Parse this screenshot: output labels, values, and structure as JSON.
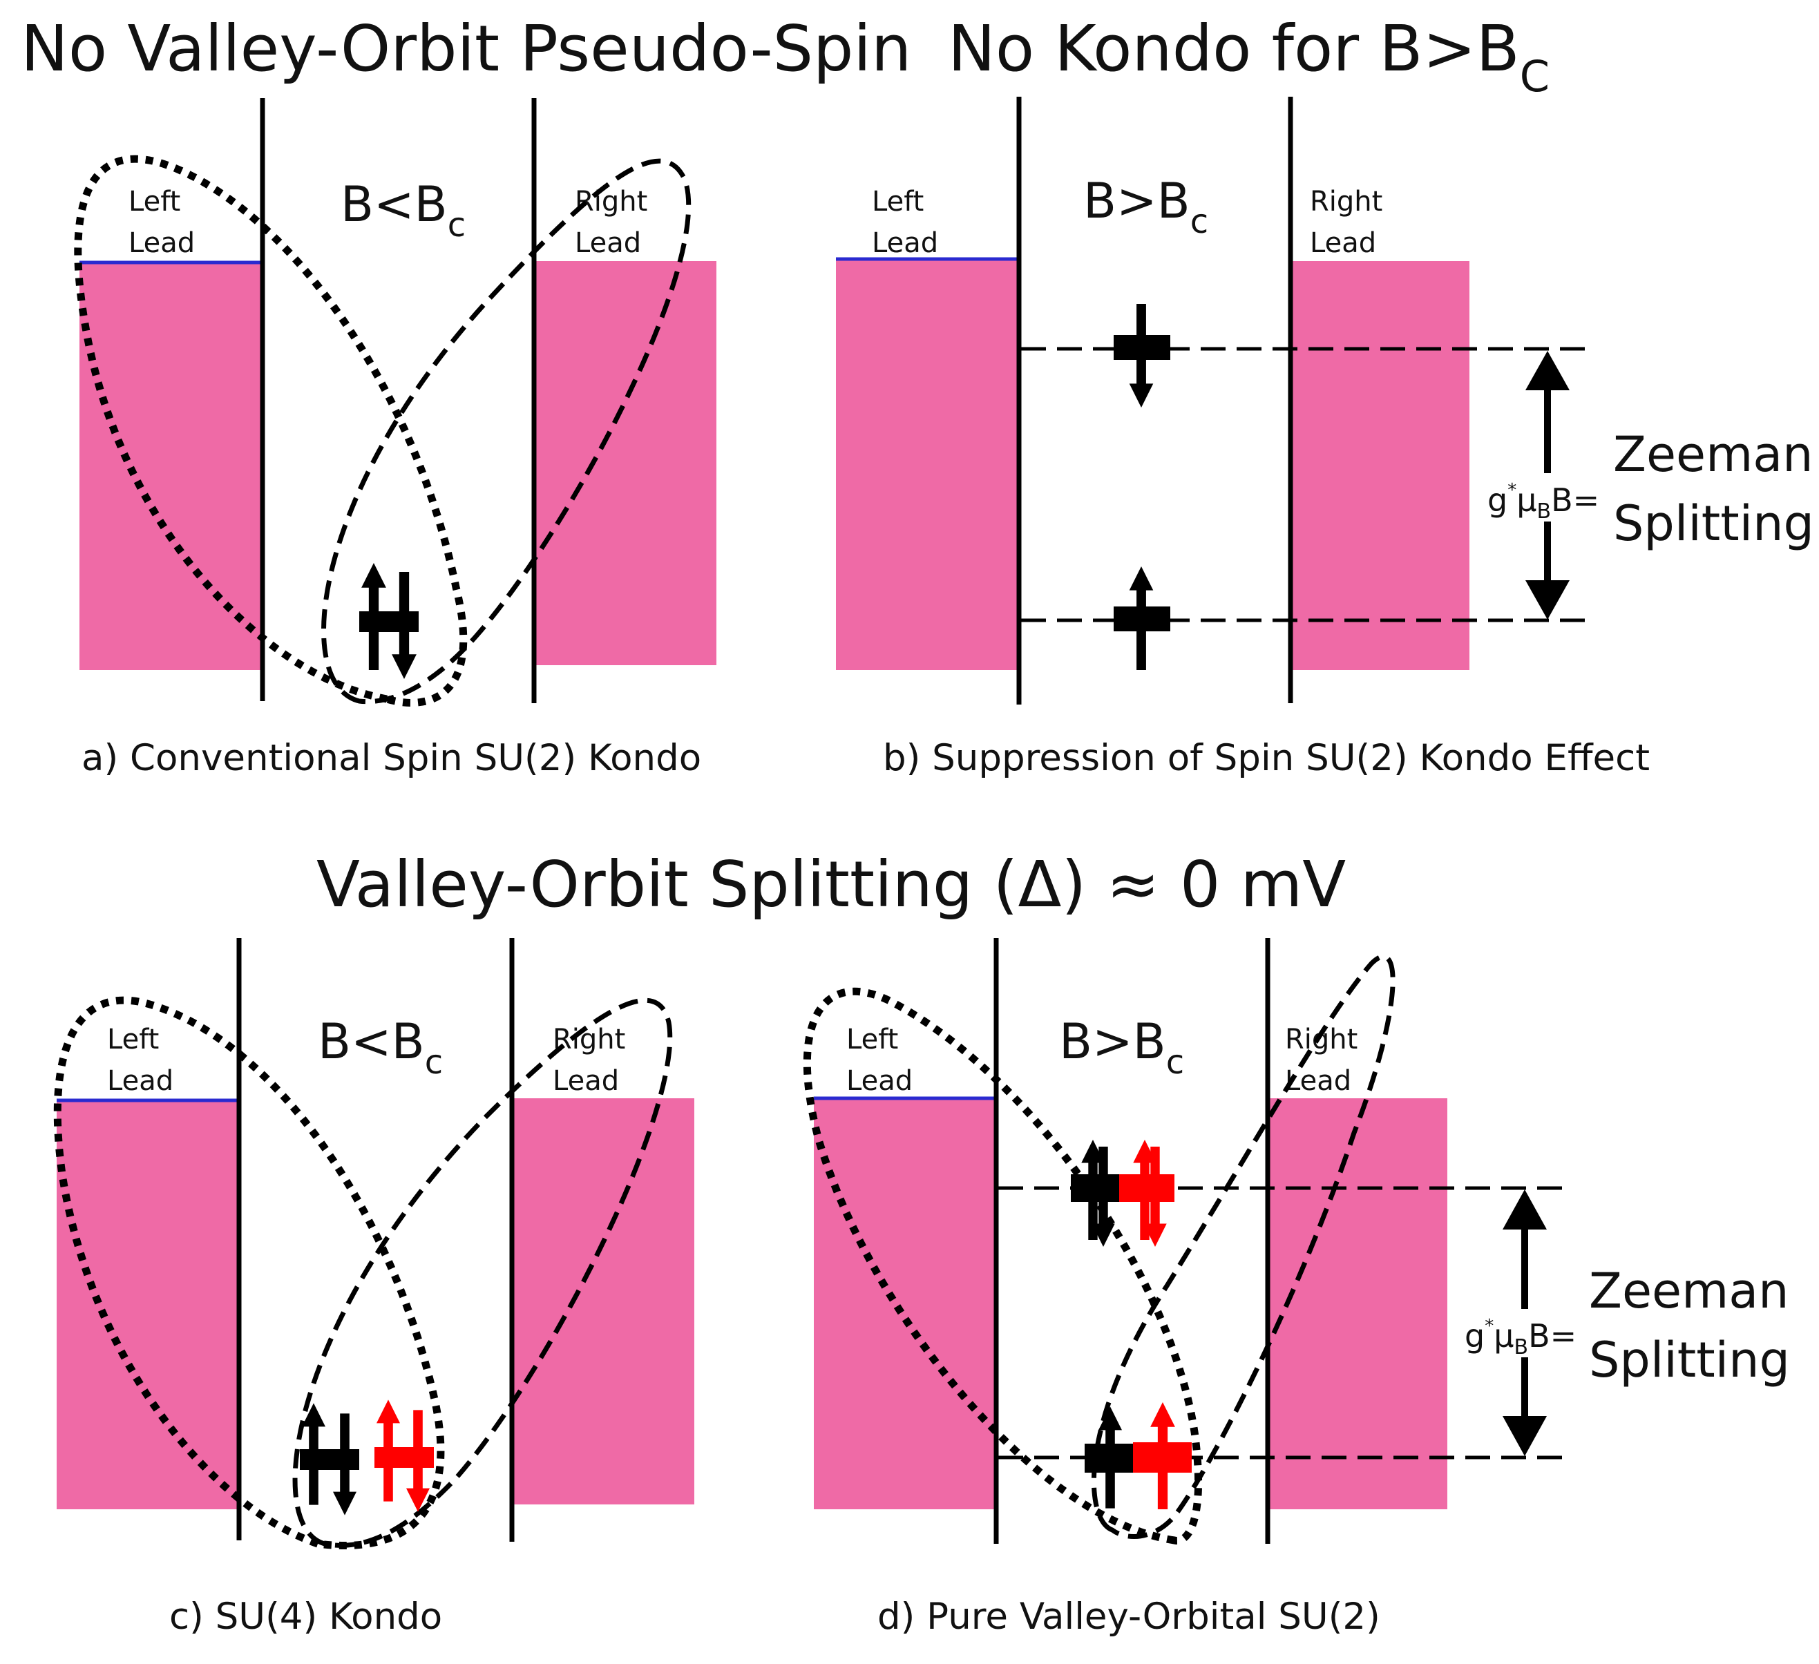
{
  "titles": {
    "top_left": "No Valley-Orbit Pseudo-Spin",
    "top_right_prefix": "No Kondo for B>B",
    "top_right_sub": "C",
    "middle": "Valley-Orbit Splitting (Δ) ≈ 0 mV"
  },
  "panels": {
    "a": {
      "field_prefix": "B<B",
      "field_sub": "c",
      "left_lead_line1": "Left",
      "left_lead_line2": "Lead",
      "right_lead_line1": "Right",
      "right_lead_line2": "Lead",
      "caption": "a) Conventional Spin SU(2) Kondo"
    },
    "b": {
      "field_prefix": "B>B",
      "field_sub": "c",
      "left_lead_line1": "Left",
      "left_lead_line2": "Lead",
      "right_lead_line1": "Right",
      "right_lead_line2": "Lead",
      "caption": "b) Suppression of Spin SU(2) Kondo Effect",
      "zeeman_g": "g",
      "zeeman_star": "*",
      "zeeman_mu": "μ",
      "zeeman_sub": "B",
      "zeeman_tail": "B=",
      "zeeman_line1": "Zeeman",
      "zeeman_line2": "Splitting"
    },
    "c": {
      "field_prefix": "B<B",
      "field_sub": "c",
      "left_lead_line1": "Left",
      "left_lead_line2": "Lead",
      "right_lead_line1": "Right",
      "right_lead_line2": "Lead",
      "caption": "c) SU(4)  Kondo"
    },
    "d": {
      "field_prefix": "B>B",
      "field_sub": "c",
      "left_lead_line1": "Left",
      "left_lead_line2": "Lead",
      "right_lead_line1": "Right",
      "right_lead_line2": "Lead",
      "caption": "d) Pure Valley-Orbital SU(2)",
      "zeeman_g": "g",
      "zeeman_star": "*",
      "zeeman_mu": "μ",
      "zeeman_sub": "B",
      "zeeman_tail": "B=",
      "zeeman_line1": "Zeeman",
      "zeeman_line2": "Splitting"
    }
  },
  "colors": {
    "lead_fill": "#ef6aa6",
    "fermi_level": "#2a2ad0",
    "spin_black": "#000000",
    "valley_red": "#ff0000"
  },
  "icons": [
    "spin-up-arrow-icon",
    "spin-down-arrow-icon"
  ]
}
